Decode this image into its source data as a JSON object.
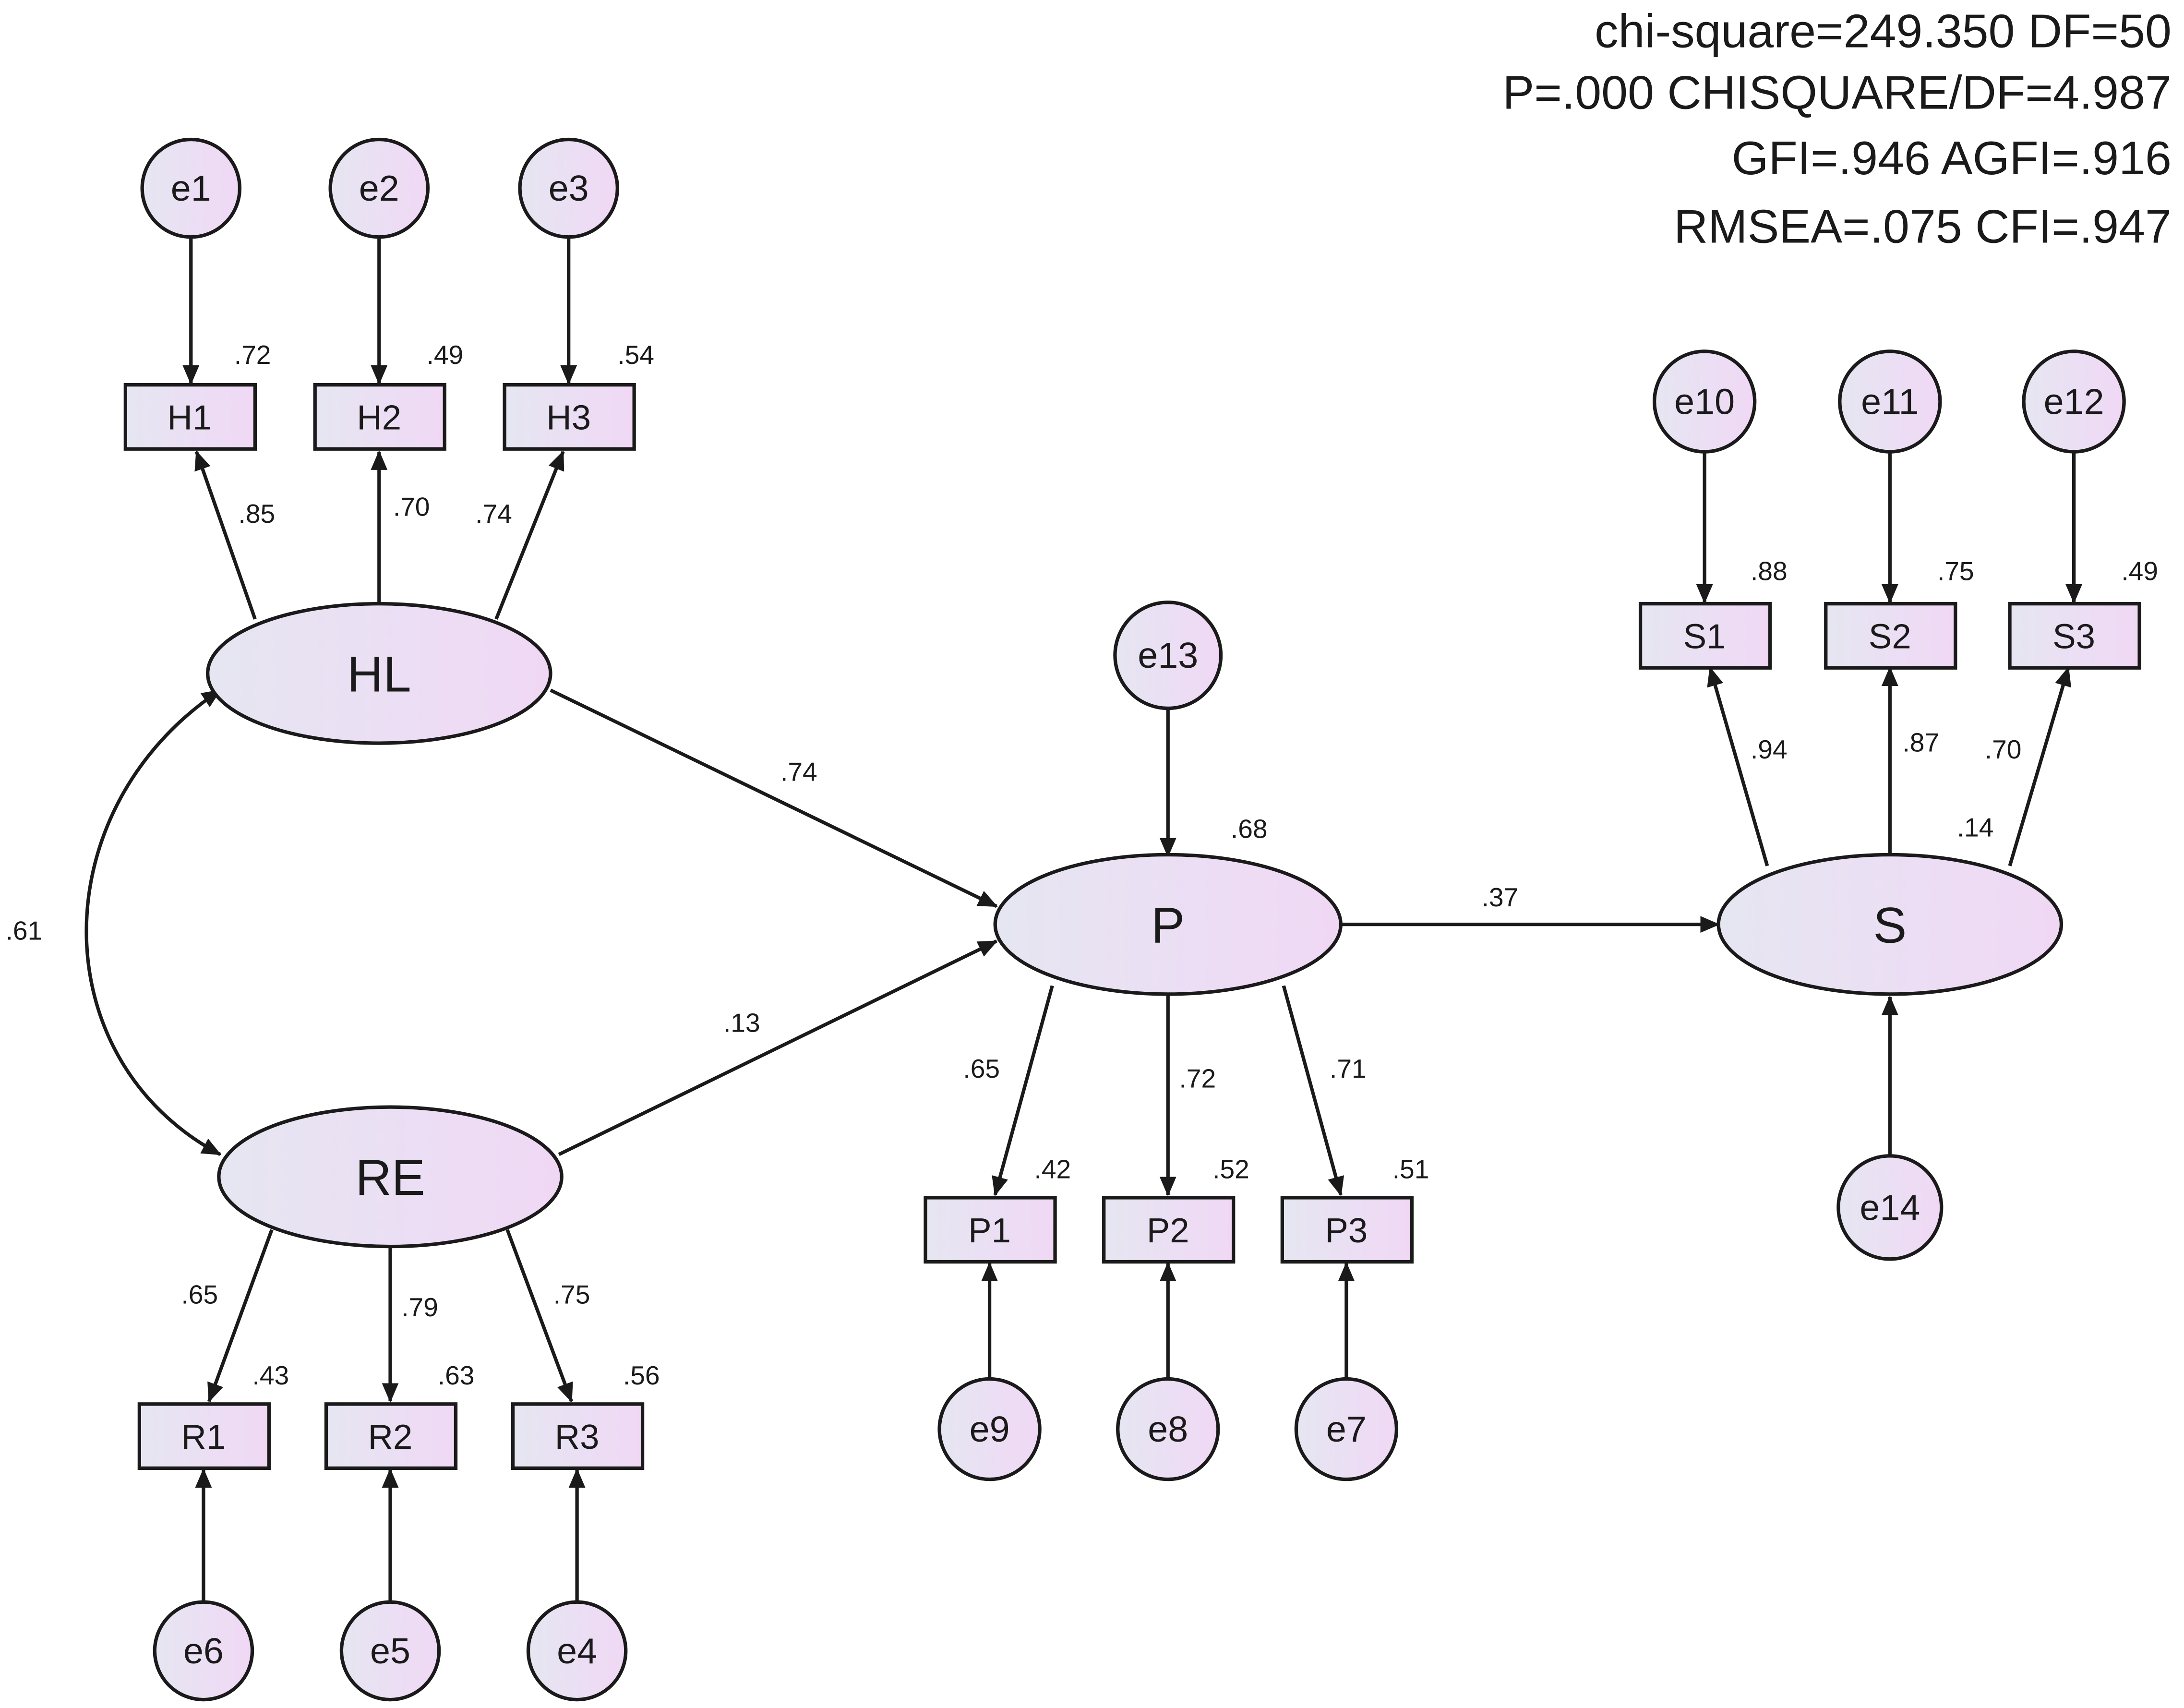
{
  "fit_statistics": [
    "chi-square=249.350 DF=50",
    "P=.000 CHISQUARE/DF=4.987",
    "GFI=.946 AGFI=.916",
    "RMSEA=.075 CFI=.947"
  ],
  "colors": {
    "node_fill_start": "#e6e6f2",
    "node_fill_end": "#f0d8f5",
    "stroke": "#1a1a1a"
  },
  "nodes": {
    "e1": "e1",
    "e2": "e2",
    "e3": "e3",
    "h1": "H1",
    "h2": "H2",
    "h3": "H3",
    "hl": "HL",
    "re": "RE",
    "r1": "R1",
    "r2": "R2",
    "r3": "R3",
    "e6": "e6",
    "e5": "e5",
    "e4": "e4",
    "e13": "e13",
    "p": "P",
    "p1": "P1",
    "p2": "P2",
    "p3": "P3",
    "e9": "e9",
    "e8": "e8",
    "e7": "e7",
    "e10": "e10",
    "e11": "e11",
    "e12": "e12",
    "s1": "S1",
    "s2": "S2",
    "s3": "S3",
    "s": "S",
    "e14": "e14"
  },
  "coefficients": {
    "r2_h1": ".72",
    "r2_h2": ".49",
    "r2_h3": ".54",
    "hl_h1": ".85",
    "hl_h2": ".70",
    "hl_h3": ".74",
    "hl_re_cov": ".61",
    "hl_p": ".74",
    "re_p": ".13",
    "r2_p": ".68",
    "p_s": ".37",
    "r2_s": ".14",
    "p_p1": ".65",
    "p_p2": ".72",
    "p_p3": ".71",
    "r2_p1": ".42",
    "r2_p2": ".52",
    "r2_p3": ".51",
    "re_r1": ".65",
    "re_r2": ".79",
    "re_r3": ".75",
    "r2_r1": ".43",
    "r2_r2": ".63",
    "r2_r3": ".56",
    "r2_s1": ".88",
    "r2_s2": ".75",
    "r2_s3": ".49",
    "s_s1": ".94",
    "s_s2": ".87",
    "s_s3": ".70"
  }
}
